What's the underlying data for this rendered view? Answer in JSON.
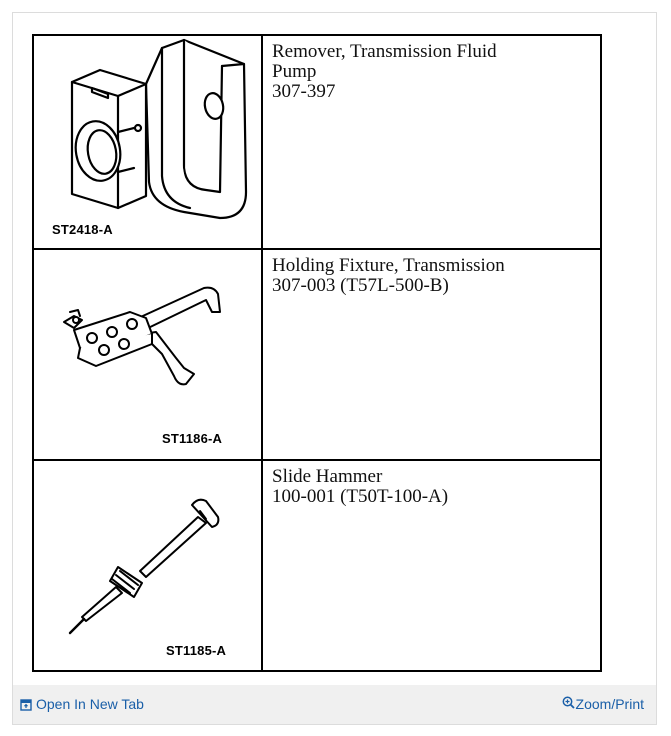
{
  "tools": [
    {
      "figure_code": "ST2418-A",
      "name_line1": "Remover, Transmission Fluid",
      "name_line2": "Pump",
      "part_number": "307-397"
    },
    {
      "figure_code": "ST1186-A",
      "name_line1": "Holding Fixture, Transmission",
      "part_number": "307-003 (T57L-500-B)"
    },
    {
      "figure_code": "ST1185-A",
      "name_line1": "Slide Hammer",
      "part_number": "100-001 (T50T-100-A)"
    }
  ],
  "footer": {
    "open_tab_label": "Open In New Tab",
    "open_tab_icon": "open-in-new-tab-icon",
    "zoom_print_label": "Zoom/Print",
    "zoom_icon": "zoom-in-icon",
    "link_color": "#1a5fa8"
  }
}
